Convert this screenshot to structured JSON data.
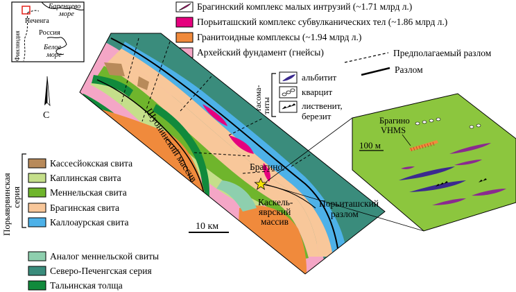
{
  "inset": {
    "barents_sea_line1": "Баренцево",
    "barents_sea_line2": "море",
    "white_sea_line1": "Белое",
    "white_sea_line2": "море",
    "pechenga": "Печенга",
    "russia": "Россия",
    "finland": "Финляндия"
  },
  "north_arrow": {
    "label": "С"
  },
  "legend_top": [
    {
      "label": "Брагинский комплекс малых интрузий (~1.71 млрд л.)",
      "color": "#ffffff",
      "pattern": "pink-lens"
    },
    {
      "label": "Порьиташский комплекс субвулканических тел (~1.86 млрд л.)",
      "color": "#e5007e"
    },
    {
      "label": "Гранитоидные комплексы (~1.94 млрд л.)",
      "color": "#f08a3c"
    },
    {
      "label": "Архейский фундамент (гнейсы)",
      "color": "#f4a6c6"
    }
  ],
  "faults": {
    "inferred": "Предполагаемый разлом",
    "fault": "Разлом"
  },
  "metasomatites": {
    "title_line1": "Метасома-",
    "title_line2": "титы",
    "items": [
      {
        "label": "альбитит",
        "icon": "albitite-icon"
      },
      {
        "label": "кварцит",
        "icon": "quartzite-icon"
      },
      {
        "label": "лиственит,",
        "label2": "березит",
        "icon": "listvenite-icon"
      }
    ]
  },
  "series_label": {
    "line1": "Порьяврвинская",
    "line2": "серия"
  },
  "legend_series": [
    {
      "label": "Кассесйокская свита",
      "color": "#b88a5a"
    },
    {
      "label": "Каплинская свита",
      "color": "#c5df8a"
    },
    {
      "label": "Меннельская свита",
      "color": "#6fb52c"
    },
    {
      "label": "Брагинская свита",
      "color": "#f8c79a"
    },
    {
      "label": "Каллоаурская свита",
      "color": "#4db1e8"
    }
  ],
  "legend_bottom": [
    {
      "label": "Аналог меннельской свиты",
      "color": "#8ecfae"
    },
    {
      "label": "Северо-Печенгская серия",
      "color": "#3a8c7c"
    },
    {
      "label": "Тальинская толща",
      "color": "#118a3c"
    }
  ],
  "map_labels": {
    "shuoninsky_massif": "Шуонинский массив",
    "kaskel_1": "Каскель-",
    "kaskel_2": "яврский",
    "kaskel_3": "массив",
    "porytash_1": "Порьиташский",
    "porytash_2": "разлом",
    "bragino": "Брагино",
    "scale": "10 км"
  },
  "detail": {
    "bragino_line1": "Брагино",
    "bragino_line2": "VHMS",
    "scale": "100 м",
    "background": "#8cc63e"
  }
}
